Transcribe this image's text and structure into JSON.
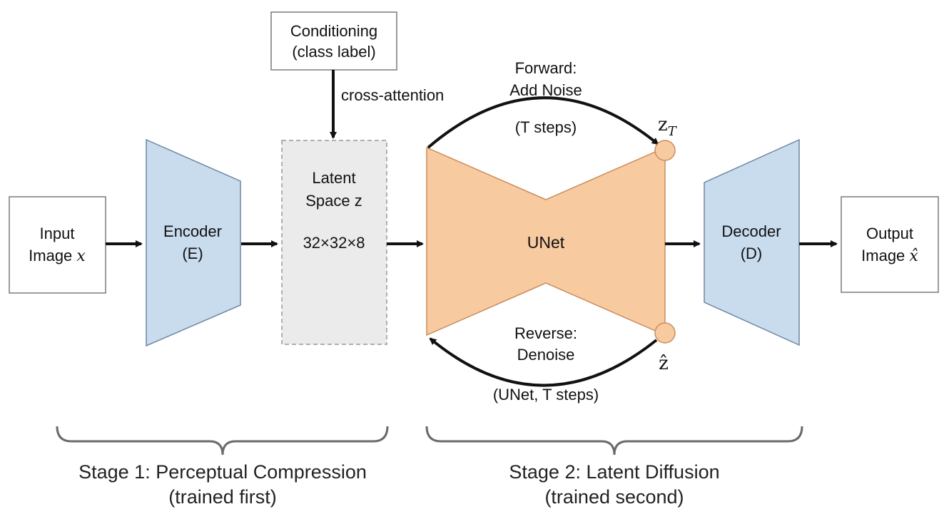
{
  "conditioning": {
    "line1": "Conditioning",
    "line2": "(class label)"
  },
  "cross_attention": "cross-attention",
  "input": {
    "line1": "Input",
    "line2": "Image",
    "var": "x"
  },
  "encoder": {
    "line1": "Encoder",
    "line2": "(E)"
  },
  "latent": {
    "line1": "Latent",
    "line2": "Space z",
    "dims": "32×32×8"
  },
  "unet": {
    "label": "UNet"
  },
  "forward": {
    "line1": "Forward:",
    "line2": "Add Noise",
    "line3": "(T steps)"
  },
  "reverse": {
    "line1": "Reverse:",
    "line2": "Denoise",
    "line3": "(UNet, T steps)"
  },
  "z_t": {
    "base": "z",
    "sub": "T"
  },
  "z_hat": {
    "base": "ẑ"
  },
  "decoder": {
    "line1": "Decoder",
    "line2": "(D)"
  },
  "output": {
    "line1": "Output",
    "line2": "Image",
    "var": "x̂"
  },
  "stage1": {
    "line1": "Stage 1: Perceptual Compression",
    "line2": "(trained first)"
  },
  "stage2": {
    "line1": "Stage 2: Latent Diffusion",
    "line2": "(trained second)"
  },
  "colors": {
    "encoder_fill": "#c9dcee",
    "unet_fill": "#f8caa0",
    "latent_fill": "#ebebeb",
    "brace": "#6b6b6b"
  }
}
